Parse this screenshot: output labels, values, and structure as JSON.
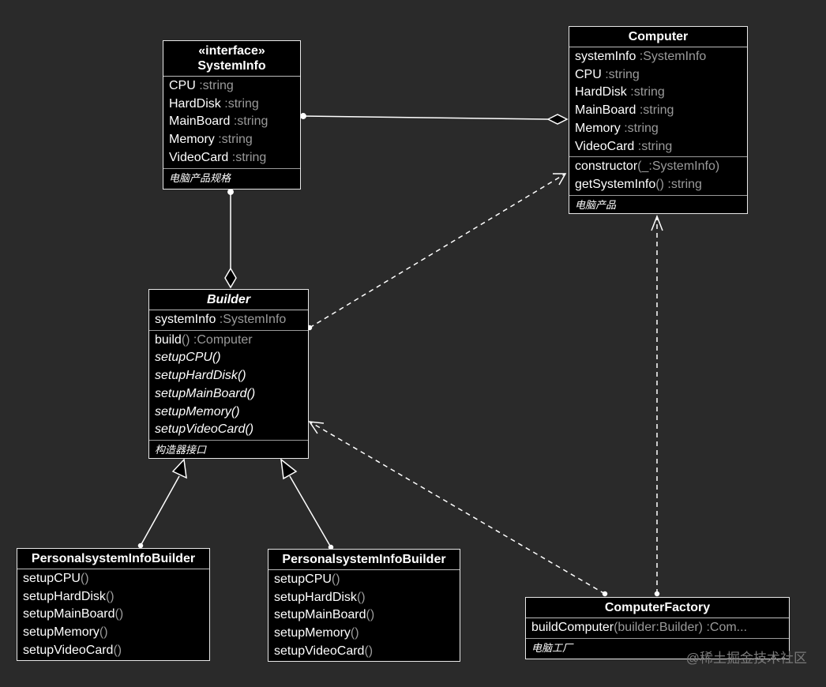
{
  "classes": {
    "systeminfo": {
      "stereotype": "«interface»",
      "name": "SystemInfo",
      "attributes": [
        {
          "name": "CPU",
          "type": " :string"
        },
        {
          "name": "HardDisk",
          "type": " :string"
        },
        {
          "name": "MainBoard",
          "type": " :string"
        },
        {
          "name": "Memory",
          "type": " :string"
        },
        {
          "name": "VideoCard",
          "type": " :string"
        }
      ],
      "note": "电脑产品规格"
    },
    "computer": {
      "name": "Computer",
      "attributes": [
        {
          "name": "systemInfo",
          "type": " :SystemInfo"
        },
        {
          "name": "CPU",
          "type": " :string"
        },
        {
          "name": "HardDisk",
          "type": " :string"
        },
        {
          "name": "MainBoard",
          "type": " :string"
        },
        {
          "name": "Memory",
          "type": " :string"
        },
        {
          "name": "VideoCard",
          "type": " :string"
        }
      ],
      "methods": [
        {
          "name": "constructor",
          "args": "(_:SystemInfo)",
          "type": ""
        },
        {
          "name": "getSystemInfo",
          "args": "()",
          "type": " :string"
        }
      ],
      "note": "电脑产品"
    },
    "builder": {
      "name": "Builder",
      "attributes": [
        {
          "name": "systemInfo",
          "type": " :SystemInfo"
        }
      ],
      "methods": [
        {
          "name": "build",
          "args": "()",
          "type": " :Computer",
          "abstract": false
        },
        {
          "name": "setupCPU",
          "args": "()",
          "type": "",
          "abstract": true
        },
        {
          "name": "setupHardDisk",
          "args": "()",
          "type": "",
          "abstract": true
        },
        {
          "name": "setupMainBoard",
          "args": "()",
          "type": "",
          "abstract": true
        },
        {
          "name": "setupMemory",
          "args": "()",
          "type": "",
          "abstract": true
        },
        {
          "name": "setupVideoCard",
          "args": "()",
          "type": "",
          "abstract": true
        }
      ],
      "note": "构造器接口"
    },
    "personal1": {
      "name": "PersonalsystemInfoBuilder",
      "methods": [
        {
          "name": "setupCPU",
          "args": "()"
        },
        {
          "name": "setupHardDisk",
          "args": "()"
        },
        {
          "name": "setupMainBoard",
          "args": "()"
        },
        {
          "name": "setupMemory",
          "args": "()"
        },
        {
          "name": "setupVideoCard",
          "args": "()"
        }
      ]
    },
    "personal2": {
      "name": "PersonalsystemInfoBuilder",
      "methods": [
        {
          "name": "setupCPU",
          "args": "()"
        },
        {
          "name": "setupHardDisk",
          "args": "()"
        },
        {
          "name": "setupMainBoard",
          "args": "()"
        },
        {
          "name": "setupMemory",
          "args": "()"
        },
        {
          "name": "setupVideoCard",
          "args": "()"
        }
      ]
    },
    "factory": {
      "name": "ComputerFactory",
      "methods": [
        {
          "name": "buildComputer",
          "args": "(builder:Builder) :Com..."
        }
      ],
      "note": "电脑工厂"
    }
  },
  "colors": {
    "background": "#2a2a2a",
    "box_fill": "#000000",
    "box_border": "#e8e8e8",
    "type_text": "#9a9a9a",
    "line": "#ffffff"
  },
  "watermark": "@稀土掘金技术社区"
}
